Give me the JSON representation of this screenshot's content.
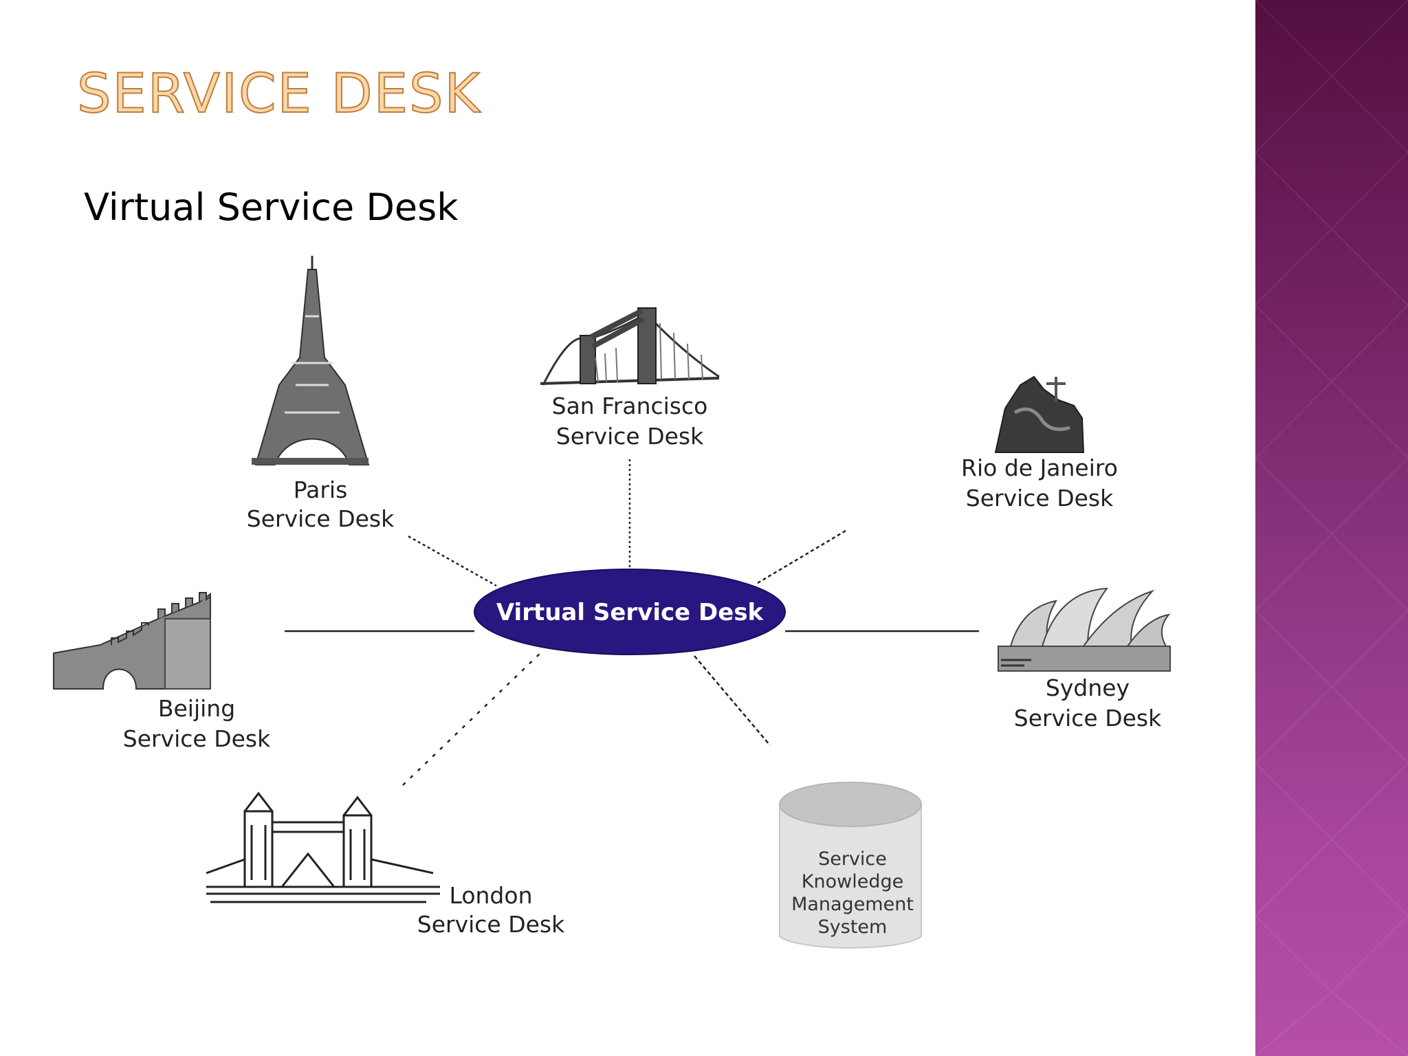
{
  "slide": {
    "title": "SERVICE DESK",
    "subtitle": "Virtual Service Desk"
  },
  "colors": {
    "title_fill": "#f9d7a6",
    "title_outline": "#c07d3e",
    "hub_fill": "#2a1680",
    "side_band_top": "#53103f",
    "side_band_bottom": "#b54fa6"
  },
  "diagram": {
    "hub": {
      "label": "Virtual Service Desk"
    },
    "nodes": {
      "paris": {
        "line1": "Paris",
        "line2": "Service Desk",
        "icon": "eiffel-tower-icon"
      },
      "san_francisco": {
        "line1": "San Francisco",
        "line2": "Service Desk",
        "icon": "golden-gate-bridge-icon"
      },
      "rio": {
        "line1": "Rio de Janeiro",
        "line2": "Service Desk",
        "icon": "christ-the-redeemer-icon"
      },
      "beijing": {
        "line1": "Beijing",
        "line2": "Service Desk",
        "icon": "great-wall-icon"
      },
      "sydney": {
        "line1": "Sydney",
        "line2": "Service Desk",
        "icon": "sydney-opera-house-icon"
      },
      "london": {
        "line1": "London",
        "line2": "Service Desk",
        "icon": "tower-bridge-icon"
      }
    },
    "knowledge_base": {
      "lines": [
        "Service",
        "Knowledge",
        "Management",
        "System"
      ],
      "icon": "database-icon"
    }
  }
}
